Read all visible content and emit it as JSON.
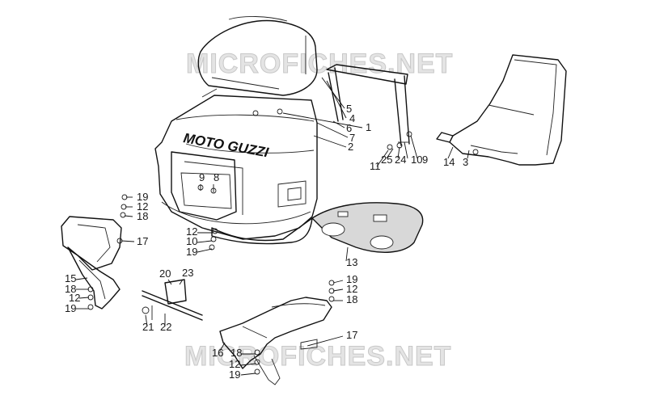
{
  "watermark": {
    "top": "MICROFICHES.NET",
    "bottom": "MICROFICHES.NET"
  },
  "brand_logo": "MOTO GUZZI",
  "callouts": [
    "1",
    "2",
    "3",
    "4",
    "5",
    "6",
    "7",
    "8",
    "9",
    "9",
    "10",
    "10",
    "11",
    "12",
    "12",
    "12",
    "12",
    "12",
    "13",
    "14",
    "15",
    "16",
    "17",
    "17",
    "18",
    "18",
    "18",
    "18",
    "19",
    "19",
    "19",
    "19",
    "19",
    "20",
    "21",
    "22",
    "23",
    "24",
    "25"
  ]
}
